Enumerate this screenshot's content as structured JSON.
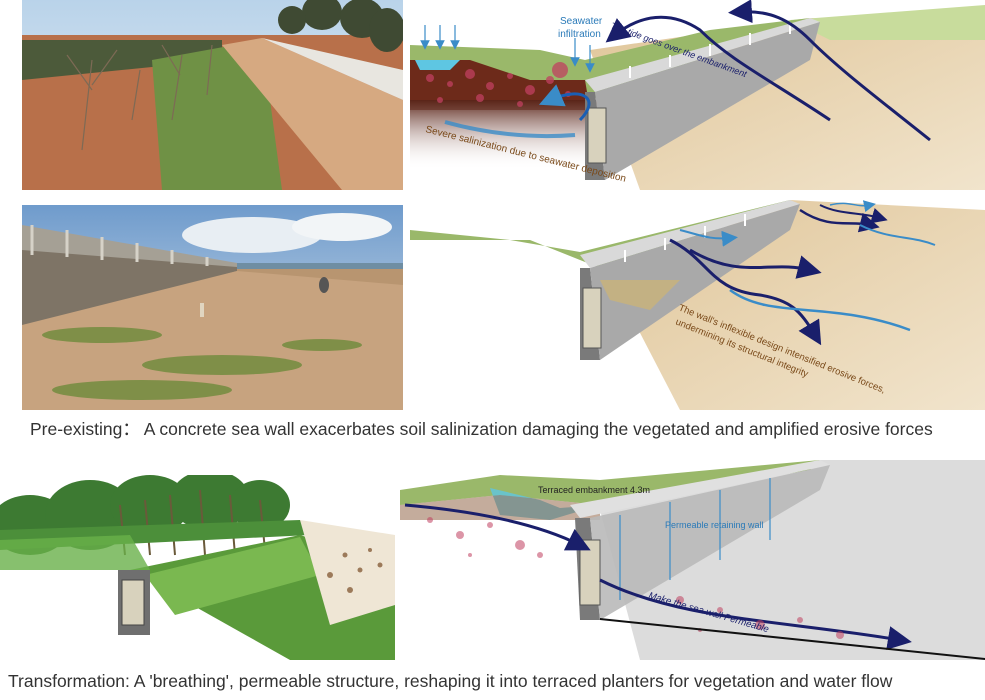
{
  "captions": {
    "pre_existing": "Pre-existing： A concrete sea wall exacerbates soil salinization damaging the vegetated and amplified erosive forces",
    "transformation": "Transformation: A 'breathing', permeable structure, reshaping it into terraced planters for vegetation and water flow"
  },
  "diagram1": {
    "label_seawater": "Seawater",
    "label_infiltration": "infiltration",
    "label_tide": "The tide goes over the embankment",
    "label_salinization": "Severe salinization due to seawater deposition"
  },
  "diagram2": {
    "label_line1": "The wall's inflexible design intensified erosive forces,",
    "label_line2": "undermining its structural integrity"
  },
  "diagram3": {
    "label_terraced": "Terraced embankment 4.3m",
    "label_permeable_wall": "Permeable retaining wall",
    "label_permeable_sea_wall": "Make the sea wall Permeable"
  },
  "colors": {
    "grass": "#9ab86a",
    "sand": "#e8cfa0",
    "concrete": "#9a9a9a",
    "water_arrow": "#1a1f6b",
    "light_arrow": "#3a8cc8",
    "soil_text": "#7a4a1a",
    "salt_dots": "#c04060"
  }
}
